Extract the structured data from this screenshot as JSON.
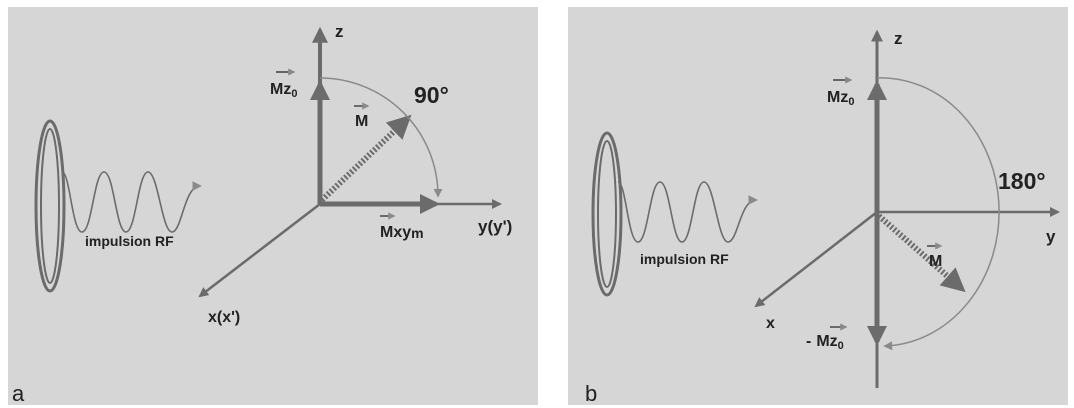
{
  "panels": [
    {
      "letter": "a",
      "coil_label": "impulsion RF",
      "axis_z": "z",
      "axis_y": "y(y')",
      "axis_x": "x(x')",
      "vec_m": "M",
      "vec_mz0_main": "Mz",
      "vec_mz0_sub": "0",
      "vec_mxy_main": "Mxy",
      "vec_mxy_sub": "m",
      "angle": "90°"
    },
    {
      "letter": "b",
      "coil_label": "impulsion RF",
      "axis_z": "z",
      "axis_y": "y",
      "axis_x": "x",
      "vec_m": "M",
      "vec_mz0_main": "Mz",
      "vec_mz0_sub": "0",
      "vec_neg_prefix": "-",
      "vec_negmz0_main": "Mz",
      "vec_negmz0_sub": "0",
      "angle": "180°"
    }
  ],
  "colors": {
    "panel_bg": "#d6d6d6",
    "arrow": "#6b6b6b",
    "arc": "#8a8a8a",
    "text": "#222222"
  }
}
